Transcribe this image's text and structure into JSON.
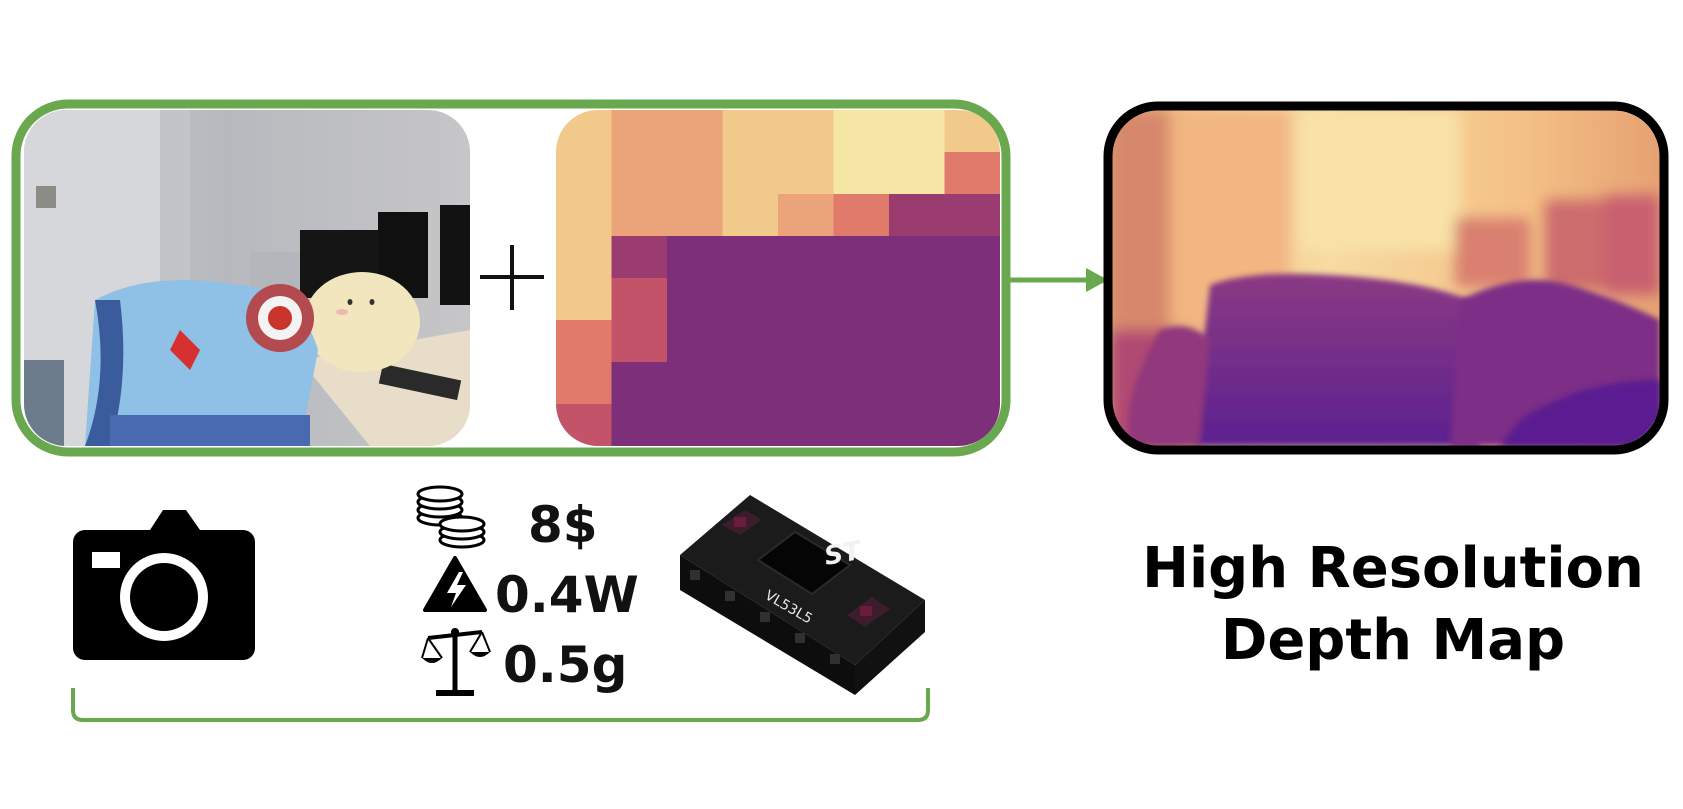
{
  "inputs": {
    "rgb_image": "rgb-photo",
    "plus_symbol": "+",
    "low_res_depth": {
      "grid_cells": 8,
      "colormap": [
        "#f6e6a6",
        "#f1c98a",
        "#eba37a",
        "#e07a6a",
        "#c25368",
        "#9b3c70",
        "#7d2f7a"
      ]
    }
  },
  "output": {
    "title_line1": "High Resolution",
    "title_line2": "Depth Map"
  },
  "sensor": {
    "cost": "8$",
    "power": "0.4W",
    "weight": "0.5g",
    "chip_label": "VL53L5",
    "chip_logo": "ST"
  },
  "colors": {
    "accent_green": "#6aa84f",
    "output_border": "#000000"
  },
  "icons": {
    "camera": "camera-icon",
    "coins": "coins-icon",
    "power": "high-voltage-icon",
    "weight": "balance-scale-icon"
  }
}
